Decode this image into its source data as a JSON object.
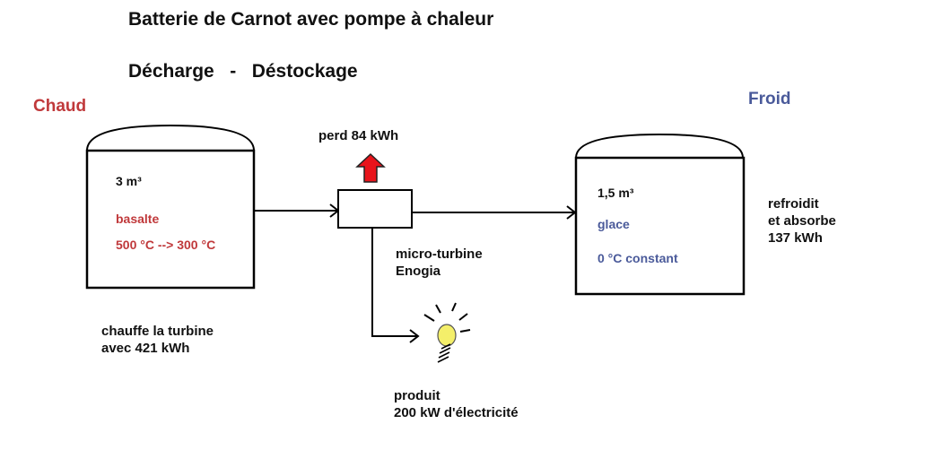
{
  "title": "Batterie de Carnot avec pompe à chaleur",
  "subtitle": "Décharge   -   Déstockage",
  "hot_tank": {
    "side_label": "Chaud",
    "volume": "3 m³",
    "material": "basalte",
    "temperature": "500 °C --> 300 °C",
    "caption_line1": "chauffe la turbine",
    "caption_line2": "avec 421 kWh"
  },
  "turbine": {
    "loss_label": "perd 84 kWh",
    "name_line1": "micro-turbine",
    "name_line2": "Enogia"
  },
  "cold_tank": {
    "side_label": "Froid",
    "volume": "1,5 m³",
    "material": "glace",
    "temperature": "0 °C constant",
    "caption_line1": "refroidit",
    "caption_line2": "et absorbe",
    "caption_line3": "137 kWh"
  },
  "output": {
    "line1": "produit",
    "line2": "200 kW d'électricité"
  },
  "colors": {
    "hot": "#c0393b",
    "cold": "#4a5a9a",
    "loss_arrow": "#e8141b",
    "bulb": "#f4ef6a"
  },
  "icons": [
    "up-arrow-icon",
    "light-bulb-icon"
  ]
}
